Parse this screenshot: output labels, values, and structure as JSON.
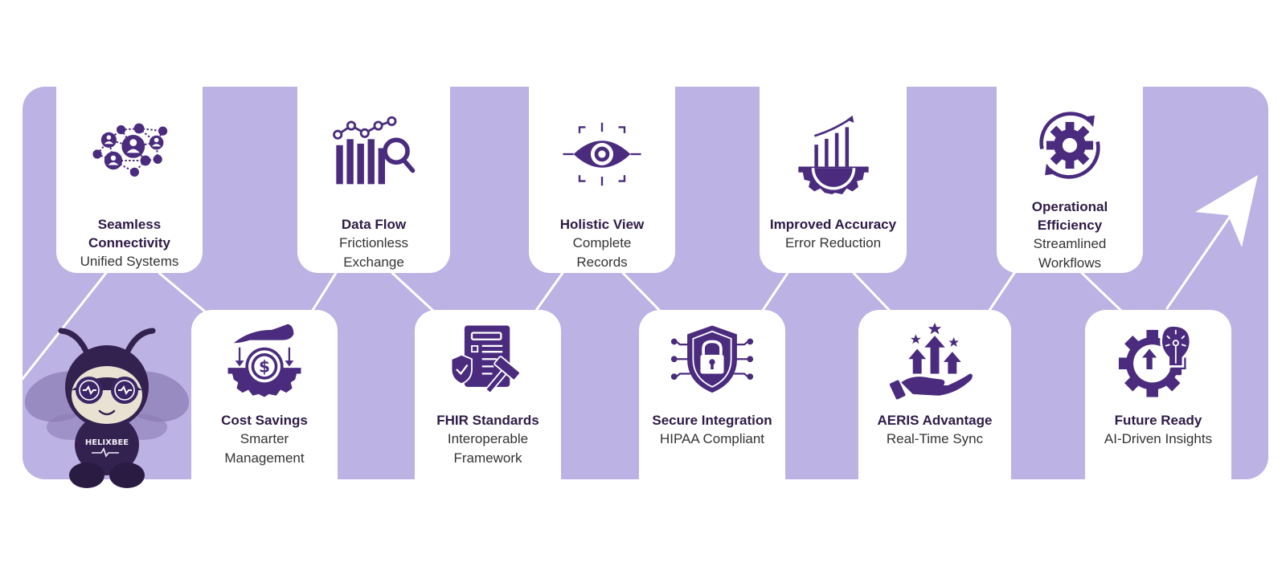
{
  "colors": {
    "band": "#BCB2E3",
    "card": "#FFFFFF",
    "icon": "#4A2B7E",
    "title": "#2E1A47",
    "subtitle": "#333333",
    "connector": "#FFFFFF"
  },
  "mascot": {
    "name": "HelixBee",
    "shirt_text": "HELIXBEE",
    "icon": "bee-mascot-icon"
  },
  "steps": [
    {
      "position": "top",
      "title": "Seamless Connectivity",
      "subtitle": "Unified Systems",
      "icon": "network-people-icon"
    },
    {
      "position": "bottom",
      "title": "Cost Savings",
      "subtitle": "Smarter Management",
      "icon": "hand-dollar-gear-icon"
    },
    {
      "position": "top",
      "title": "Data Flow",
      "subtitle": "Frictionless Exchange",
      "icon": "chart-magnifier-icon"
    },
    {
      "position": "bottom",
      "title": "FHIR Standards",
      "subtitle": "Interoperable Framework",
      "icon": "document-gavel-shield-icon"
    },
    {
      "position": "top",
      "title": "Holistic View",
      "subtitle": "Complete Records",
      "icon": "eye-focus-icon"
    },
    {
      "position": "bottom",
      "title": "Secure Integration",
      "subtitle": "HIPAA Compliant",
      "icon": "shield-lock-circuit-icon"
    },
    {
      "position": "top",
      "title": "Improved Accuracy",
      "subtitle": "Error Reduction",
      "icon": "gear-growth-chart-icon"
    },
    {
      "position": "bottom",
      "title": "AERIS Advantage",
      "subtitle": "Real-Time Sync",
      "icon": "hand-arrows-stars-icon"
    },
    {
      "position": "top",
      "title": "Operational Efficiency",
      "subtitle": "Streamlined Workflows",
      "icon": "gear-cycle-icon"
    },
    {
      "position": "bottom",
      "title": "Future Ready",
      "subtitle": "AI-Driven Insights",
      "icon": "gear-lightbulb-icon"
    }
  ],
  "end_arrow": {
    "icon": "arrow-up-right-icon"
  }
}
